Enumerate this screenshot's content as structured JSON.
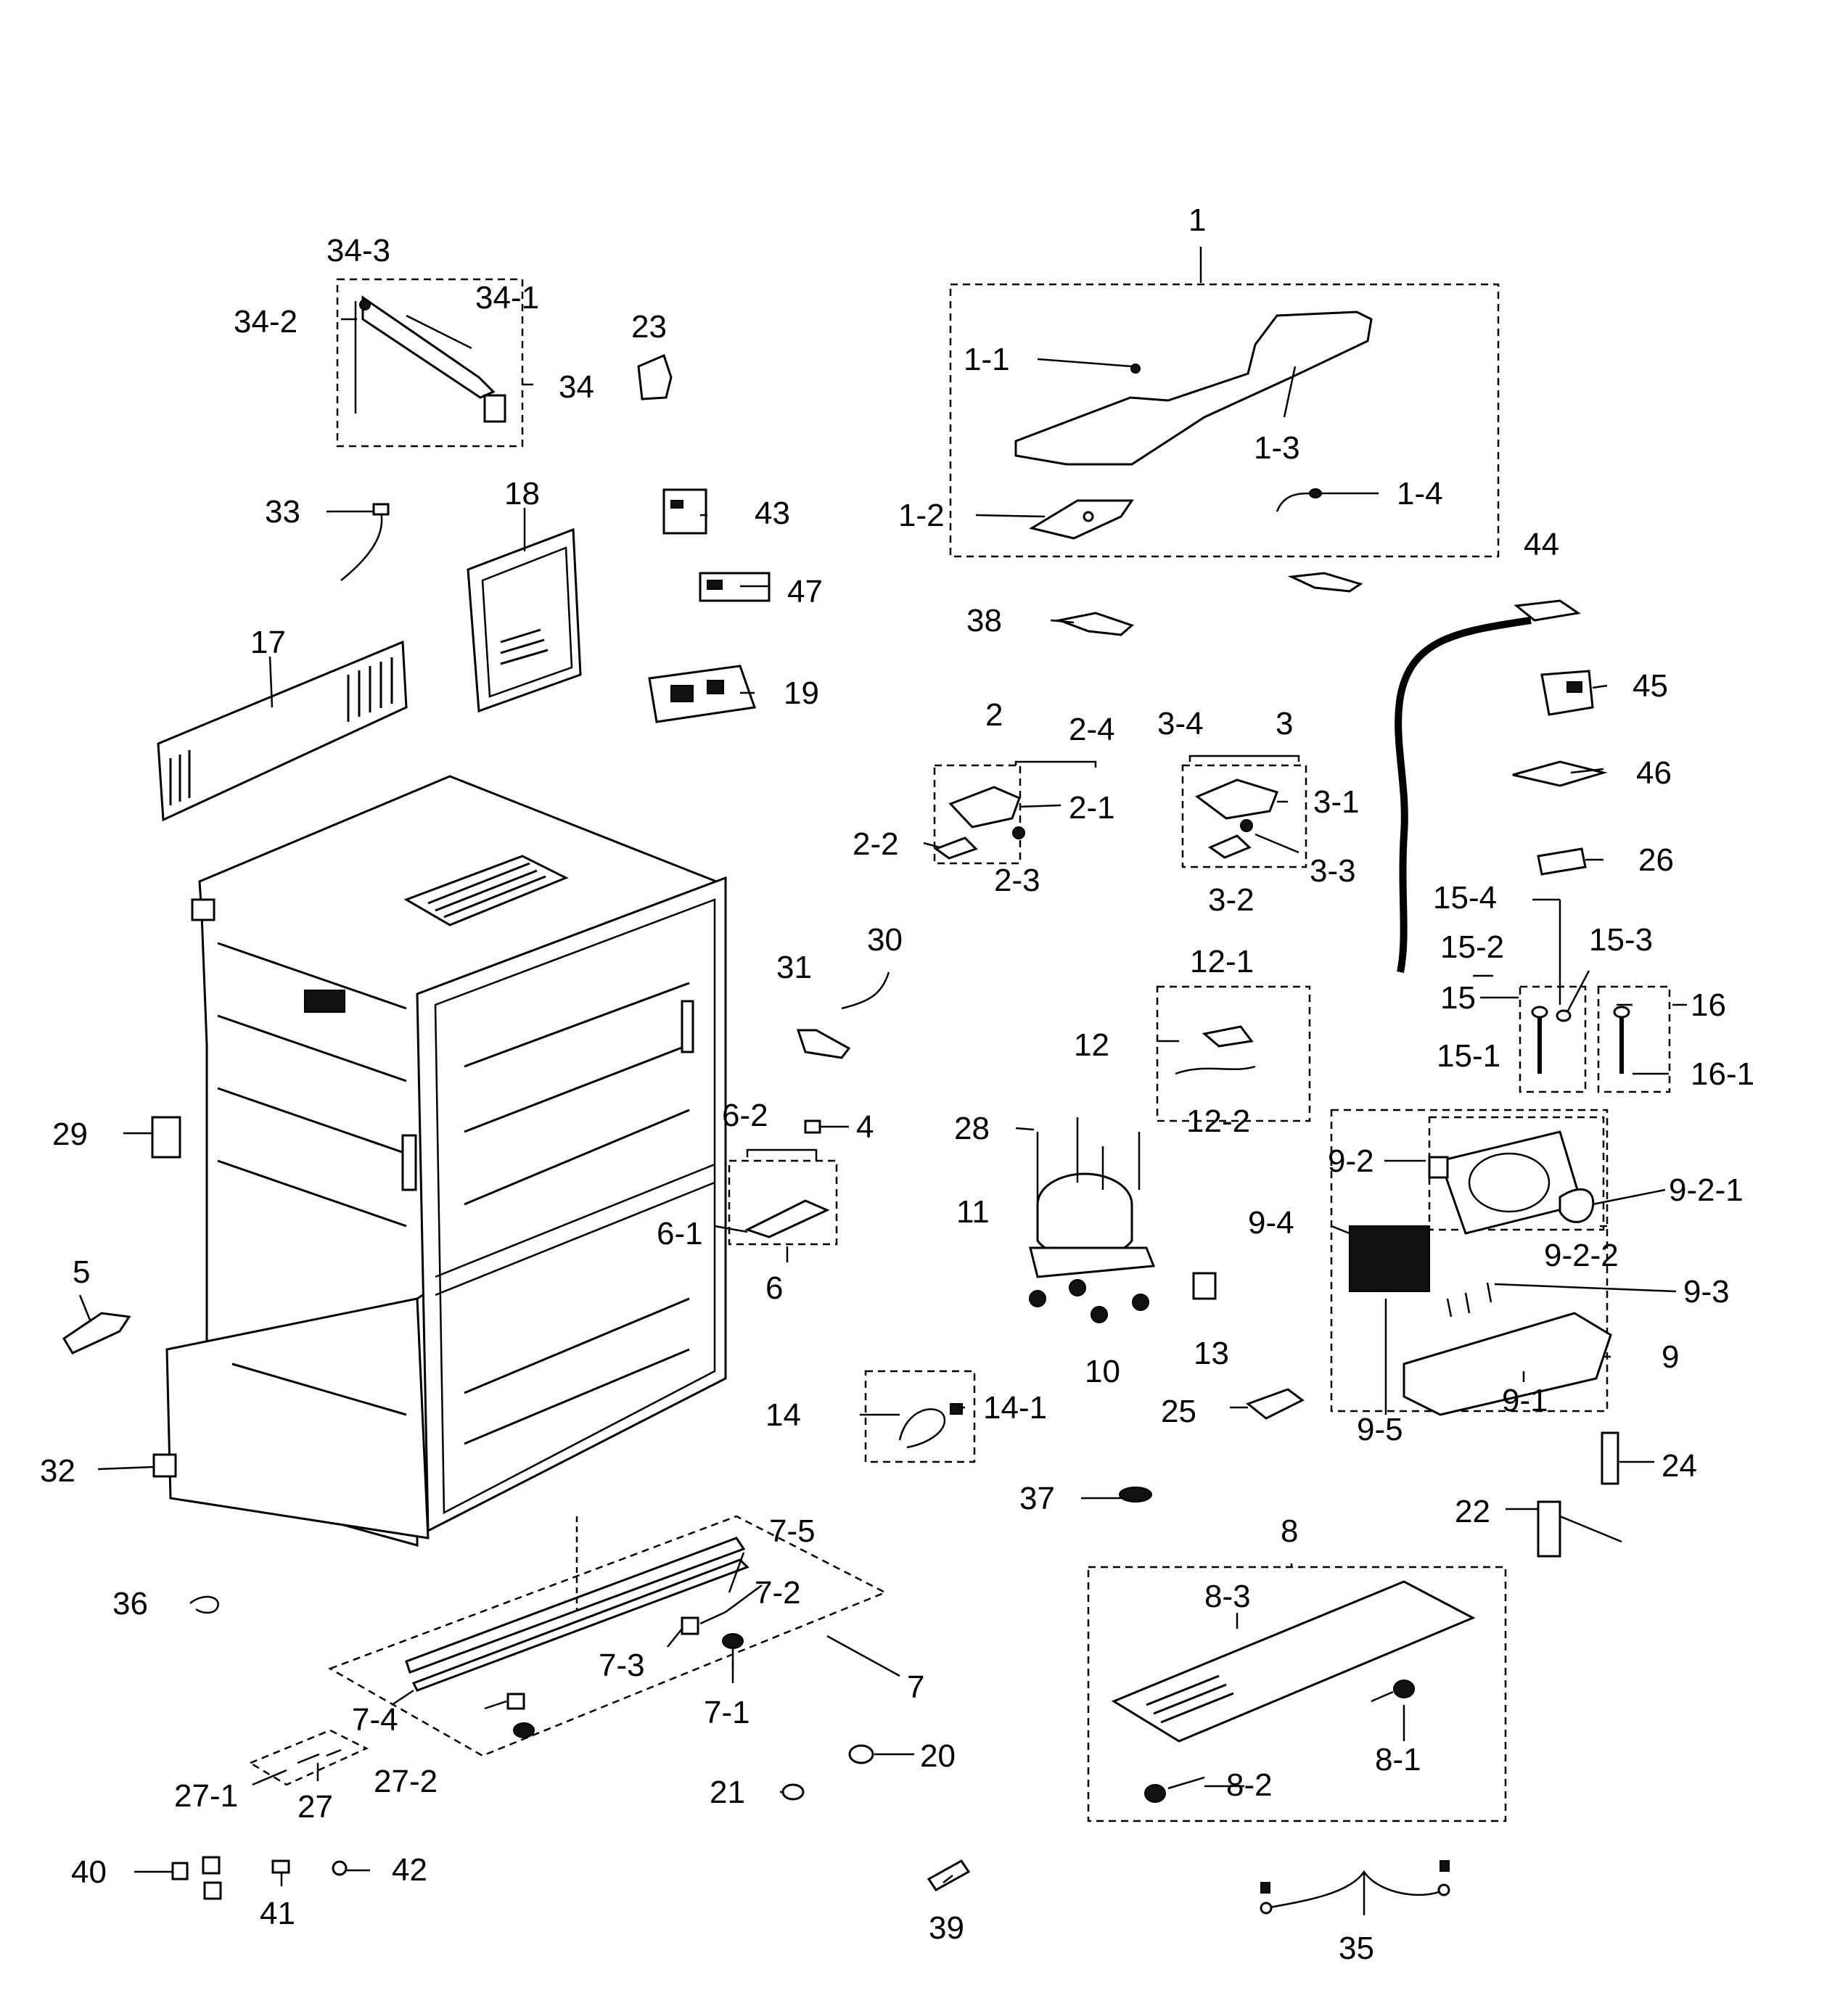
{
  "labels": [
    {
      "id": "1",
      "text": "1"
    },
    {
      "id": "1-1",
      "text": "1-1"
    },
    {
      "id": "1-2",
      "text": "1-2"
    },
    {
      "id": "1-3",
      "text": "1-3"
    },
    {
      "id": "1-4",
      "text": "1-4"
    },
    {
      "id": "2",
      "text": "2"
    },
    {
      "id": "2-1",
      "text": "2-1"
    },
    {
      "id": "2-2",
      "text": "2-2"
    },
    {
      "id": "2-3",
      "text": "2-3"
    },
    {
      "id": "2-4",
      "text": "2-4"
    },
    {
      "id": "3",
      "text": "3"
    },
    {
      "id": "3-1",
      "text": "3-1"
    },
    {
      "id": "3-2",
      "text": "3-2"
    },
    {
      "id": "3-3",
      "text": "3-3"
    },
    {
      "id": "3-4",
      "text": "3-4"
    },
    {
      "id": "4",
      "text": "4"
    },
    {
      "id": "5",
      "text": "5"
    },
    {
      "id": "6",
      "text": "6"
    },
    {
      "id": "6-1",
      "text": "6-1"
    },
    {
      "id": "6-2",
      "text": "6-2"
    },
    {
      "id": "7",
      "text": "7"
    },
    {
      "id": "7-1",
      "text": "7-1"
    },
    {
      "id": "7-2",
      "text": "7-2"
    },
    {
      "id": "7-3",
      "text": "7-3"
    },
    {
      "id": "7-4",
      "text": "7-4"
    },
    {
      "id": "7-5",
      "text": "7-5"
    },
    {
      "id": "8",
      "text": "8"
    },
    {
      "id": "8-1",
      "text": "8-1"
    },
    {
      "id": "8-2",
      "text": "8-2"
    },
    {
      "id": "8-3",
      "text": "8-3"
    },
    {
      "id": "9",
      "text": "9"
    },
    {
      "id": "9-1",
      "text": "9-1"
    },
    {
      "id": "9-2",
      "text": "9-2"
    },
    {
      "id": "9-2-1",
      "text": "9-2-1"
    },
    {
      "id": "9-2-2",
      "text": "9-2-2"
    },
    {
      "id": "9-3",
      "text": "9-3"
    },
    {
      "id": "9-4",
      "text": "9-4"
    },
    {
      "id": "9-5",
      "text": "9-5"
    },
    {
      "id": "10",
      "text": "10"
    },
    {
      "id": "11",
      "text": "11"
    },
    {
      "id": "12",
      "text": "12"
    },
    {
      "id": "12-1",
      "text": "12-1"
    },
    {
      "id": "12-2",
      "text": "12-2"
    },
    {
      "id": "13",
      "text": "13"
    },
    {
      "id": "14",
      "text": "14"
    },
    {
      "id": "14-1",
      "text": "14-1"
    },
    {
      "id": "15",
      "text": "15"
    },
    {
      "id": "15-1",
      "text": "15-1"
    },
    {
      "id": "15-2",
      "text": "15-2"
    },
    {
      "id": "15-3",
      "text": "15-3"
    },
    {
      "id": "15-4",
      "text": "15-4"
    },
    {
      "id": "16",
      "text": "16"
    },
    {
      "id": "16-1",
      "text": "16-1"
    },
    {
      "id": "17",
      "text": "17"
    },
    {
      "id": "18",
      "text": "18"
    },
    {
      "id": "19",
      "text": "19"
    },
    {
      "id": "20",
      "text": "20"
    },
    {
      "id": "21",
      "text": "21"
    },
    {
      "id": "22",
      "text": "22"
    },
    {
      "id": "23",
      "text": "23"
    },
    {
      "id": "24",
      "text": "24"
    },
    {
      "id": "25",
      "text": "25"
    },
    {
      "id": "26",
      "text": "26"
    },
    {
      "id": "27",
      "text": "27"
    },
    {
      "id": "27-1",
      "text": "27-1"
    },
    {
      "id": "27-2",
      "text": "27-2"
    },
    {
      "id": "28",
      "text": "28"
    },
    {
      "id": "29",
      "text": "29"
    },
    {
      "id": "30",
      "text": "30"
    },
    {
      "id": "31",
      "text": "31"
    },
    {
      "id": "32",
      "text": "32"
    },
    {
      "id": "33",
      "text": "33"
    },
    {
      "id": "34",
      "text": "34"
    },
    {
      "id": "34-1",
      "text": "34-1"
    },
    {
      "id": "34-2",
      "text": "34-2"
    },
    {
      "id": "34-3",
      "text": "34-3"
    },
    {
      "id": "35",
      "text": "35"
    },
    {
      "id": "36",
      "text": "36"
    },
    {
      "id": "37",
      "text": "37"
    },
    {
      "id": "38",
      "text": "38"
    },
    {
      "id": "39",
      "text": "39"
    },
    {
      "id": "40",
      "text": "40"
    },
    {
      "id": "41",
      "text": "41"
    },
    {
      "id": "42",
      "text": "42"
    },
    {
      "id": "43",
      "text": "43"
    },
    {
      "id": "44",
      "text": "44"
    },
    {
      "id": "45",
      "text": "45"
    },
    {
      "id": "46",
      "text": "46"
    },
    {
      "id": "47",
      "text": "47"
    }
  ]
}
